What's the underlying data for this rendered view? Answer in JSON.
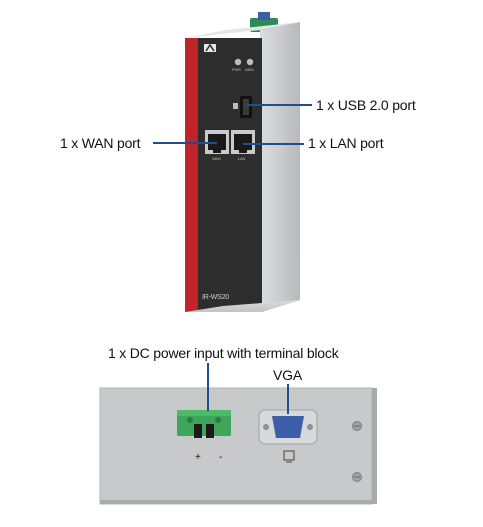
{
  "callouts": {
    "usb": "1 x USB 2.0 port",
    "wan": "1 x WAN port",
    "lan": "1 x LAN port",
    "dc_power": "1 x DC power input with terminal block",
    "vga": "VGA"
  },
  "device": {
    "model_label": "IR-WS20",
    "front_led_labels": [
      "PWR",
      "WAN"
    ],
    "port_labels": [
      "WAN",
      "LAN"
    ],
    "terminal_labels": [
      "+",
      "-"
    ]
  },
  "colors": {
    "accent_red": "#c0242b",
    "leader_line": "#1f4e8a",
    "panel_dark": "#2a2a2a",
    "chassis_grey": "#c9cacc",
    "terminal_green": "#3fa55b",
    "vga_blue": "#3d5ea8"
  }
}
